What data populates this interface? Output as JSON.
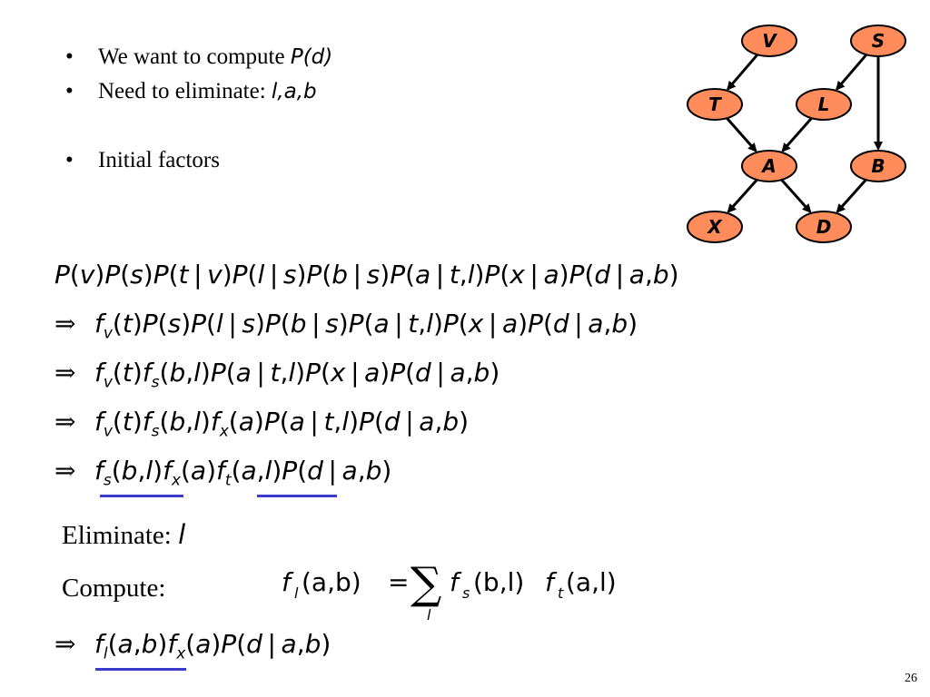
{
  "bullets": [
    {
      "text": "We want to compute",
      "math": "P(d)"
    },
    {
      "text": "Need to eliminate:",
      "math": "l,a,b"
    },
    {
      "text": "Initial factors",
      "math": ""
    }
  ],
  "bullet_glyph": "•",
  "network": {
    "node_color": "#ff8c5a",
    "edge_color": "#000000",
    "nodes": [
      {
        "id": "V",
        "label": "V"
      },
      {
        "id": "S",
        "label": "S"
      },
      {
        "id": "T",
        "label": "T"
      },
      {
        "id": "L",
        "label": "L"
      },
      {
        "id": "A",
        "label": "A"
      },
      {
        "id": "B",
        "label": "B"
      },
      {
        "id": "X",
        "label": "X"
      },
      {
        "id": "D",
        "label": "D"
      }
    ],
    "edges": [
      [
        "V",
        "T"
      ],
      [
        "S",
        "L"
      ],
      [
        "S",
        "B"
      ],
      [
        "T",
        "A"
      ],
      [
        "L",
        "A"
      ],
      [
        "A",
        "X"
      ],
      [
        "A",
        "D"
      ],
      [
        "B",
        "D"
      ]
    ]
  },
  "equations": [
    "P(v)P(s)P(t|v)P(l|s)P(b|s)P(a|t,l)P(x|a)P(d|a,b)",
    "f_v(t)P(s)P(l|s)P(b|s)P(a|t,l)P(x|a)P(d|a,b)",
    "f_v(t)f_s(b,l)P(a|t,l)P(x|a)P(d|a,b)",
    "f_v(t)f_s(b,l)f_x(a)P(a|t,l)P(d|a,b)",
    "f_s(b,l)f_x(a)f_t(a,l)P(d|a,b)"
  ],
  "implies_symbol": "⇒",
  "eliminate": {
    "label": "Eliminate:",
    "var": "l"
  },
  "compute": {
    "label": "Compute:",
    "formula": "f_l(a,b) = Σ_l f_s(b,l)f_t(a,l)"
  },
  "final_equation": "f_l(a,b)f_x(a)P(d|a,b)",
  "underline_color": "#3b3bcc",
  "page_number": "26"
}
